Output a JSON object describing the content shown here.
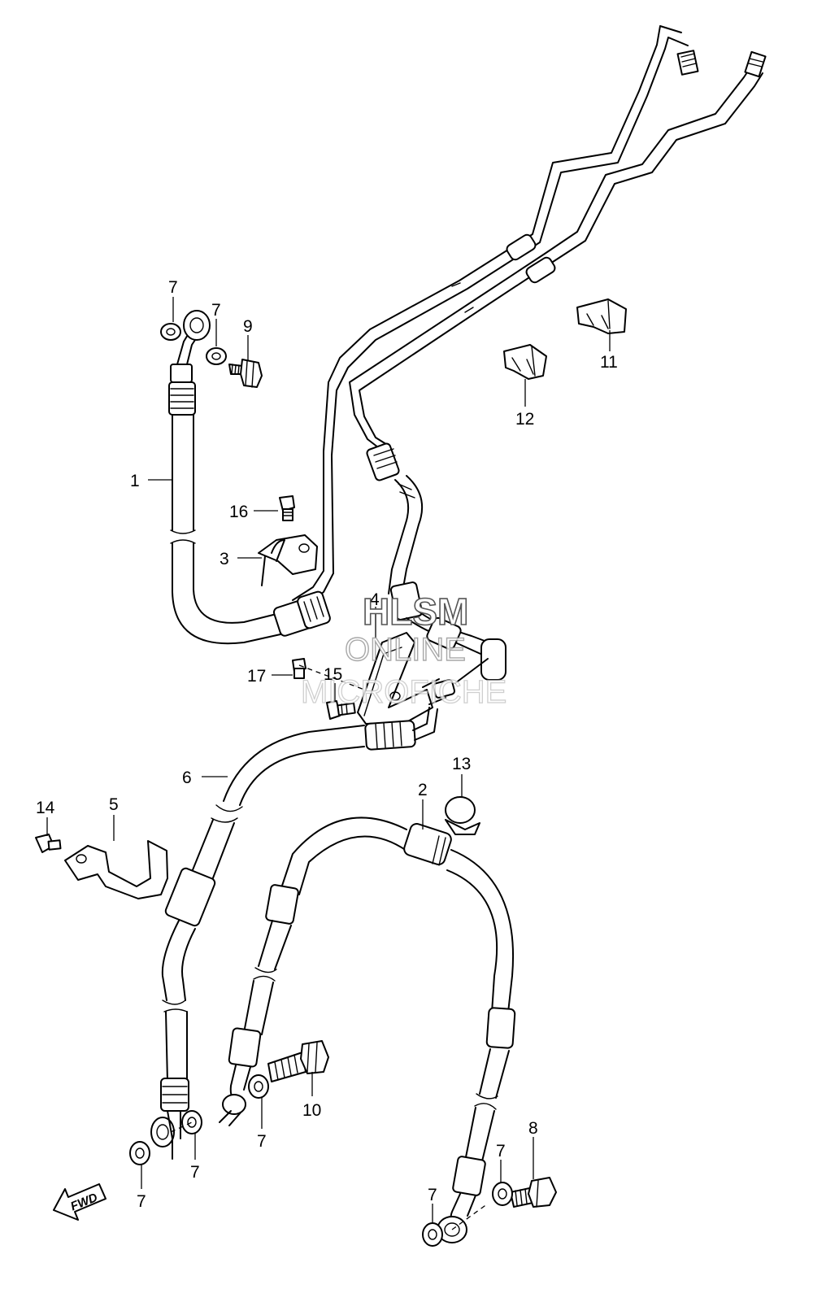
{
  "callouts": [
    {
      "id": "c1",
      "text": "1"
    },
    {
      "id": "c2",
      "text": "2"
    },
    {
      "id": "c3",
      "text": "3"
    },
    {
      "id": "c4",
      "text": "4"
    },
    {
      "id": "c5",
      "text": "5"
    },
    {
      "id": "c6",
      "text": "6"
    },
    {
      "id": "c7a",
      "text": "7"
    },
    {
      "id": "c7b",
      "text": "7"
    },
    {
      "id": "c7c",
      "text": "7"
    },
    {
      "id": "c7d",
      "text": "7"
    },
    {
      "id": "c7e",
      "text": "7"
    },
    {
      "id": "c7f",
      "text": "7"
    },
    {
      "id": "c7g",
      "text": "7"
    },
    {
      "id": "c8",
      "text": "8"
    },
    {
      "id": "c9",
      "text": "9"
    },
    {
      "id": "c10",
      "text": "10"
    },
    {
      "id": "c11",
      "text": "11"
    },
    {
      "id": "c12",
      "text": "12"
    },
    {
      "id": "c13",
      "text": "13"
    },
    {
      "id": "c14",
      "text": "14"
    },
    {
      "id": "c15",
      "text": "15"
    },
    {
      "id": "c16",
      "text": "16"
    },
    {
      "id": "c17",
      "text": "17"
    }
  ],
  "watermark": {
    "line1": "HLSM",
    "line2": "ONLINE",
    "line3": "MICROFICHE"
  },
  "direction_marker": {
    "text": "FWD"
  }
}
